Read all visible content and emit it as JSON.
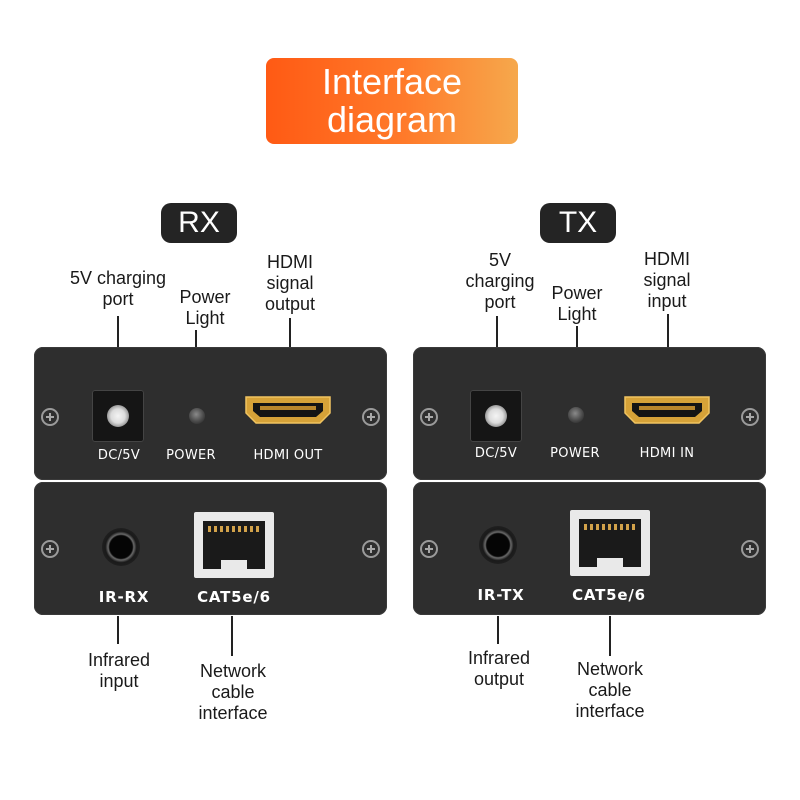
{
  "title": {
    "line1": "Interface",
    "line2": "diagram"
  },
  "colors": {
    "banner_start": "#ff5a14",
    "banner_end": "#f6a84c",
    "tag_bg": "#242424",
    "panel": "#2e2e2e",
    "hdmi_gold": "#d6a238"
  },
  "rx": {
    "tag": "RX",
    "callouts": {
      "charging": [
        "5V charging",
        "port"
      ],
      "power": [
        "Power",
        "Light"
      ],
      "hdmi": [
        "HDMI",
        "signal",
        "output"
      ],
      "infrared": [
        "Infrared",
        "input"
      ],
      "network": [
        "Network",
        "cable",
        "interface"
      ]
    },
    "ports": {
      "dc": "DC/5V",
      "power": "POWER",
      "hdmi": "HDMI OUT",
      "ir": "IR-RX",
      "cat": "CAT5e/6"
    }
  },
  "tx": {
    "tag": "TX",
    "callouts": {
      "charging": [
        "5V",
        "charging",
        "port"
      ],
      "power": [
        "Power",
        "Light"
      ],
      "hdmi": [
        "HDMI",
        "signal",
        "input"
      ],
      "infrared": [
        "Infrared",
        "output"
      ],
      "network": [
        "Network",
        "cable",
        "interface"
      ]
    },
    "ports": {
      "dc": "DC/5V",
      "power": "POWER",
      "hdmi": "HDMI IN",
      "ir": "IR-TX",
      "cat": "CAT5e/6"
    }
  }
}
